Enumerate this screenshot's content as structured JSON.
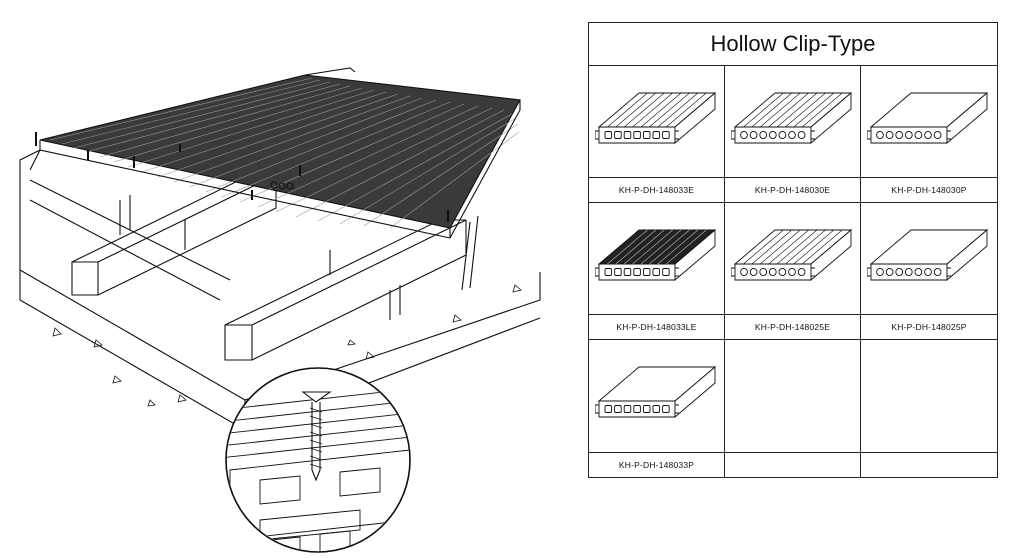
{
  "catalog": {
    "title": "Hollow Clip-Type",
    "products": [
      {
        "code": "KH-P-DH-148033E",
        "profile": "grooved",
        "holes": "rect"
      },
      {
        "code": "KH-P-DH-148030E",
        "profile": "grooved",
        "holes": "round"
      },
      {
        "code": "KH-P-DH-148030P",
        "profile": "smooth",
        "holes": "round"
      },
      {
        "code": "KH-P-DH-148033LE",
        "profile": "grooved-dark",
        "holes": "rect"
      },
      {
        "code": "KH-P-DH-148025E",
        "profile": "grooved",
        "holes": "round"
      },
      {
        "code": "KH-P-DH-148025P",
        "profile": "smooth",
        "holes": "round"
      },
      {
        "code": "KH-P-DH-148033P",
        "profile": "smooth",
        "holes": "rect"
      },
      {
        "code": "",
        "profile": "none",
        "holes": "none"
      },
      {
        "code": "",
        "profile": "none",
        "holes": "none"
      }
    ]
  },
  "illustration": {
    "subject": "decking-installation-drawing",
    "detail": "hidden-clip-and-screw-detail"
  }
}
